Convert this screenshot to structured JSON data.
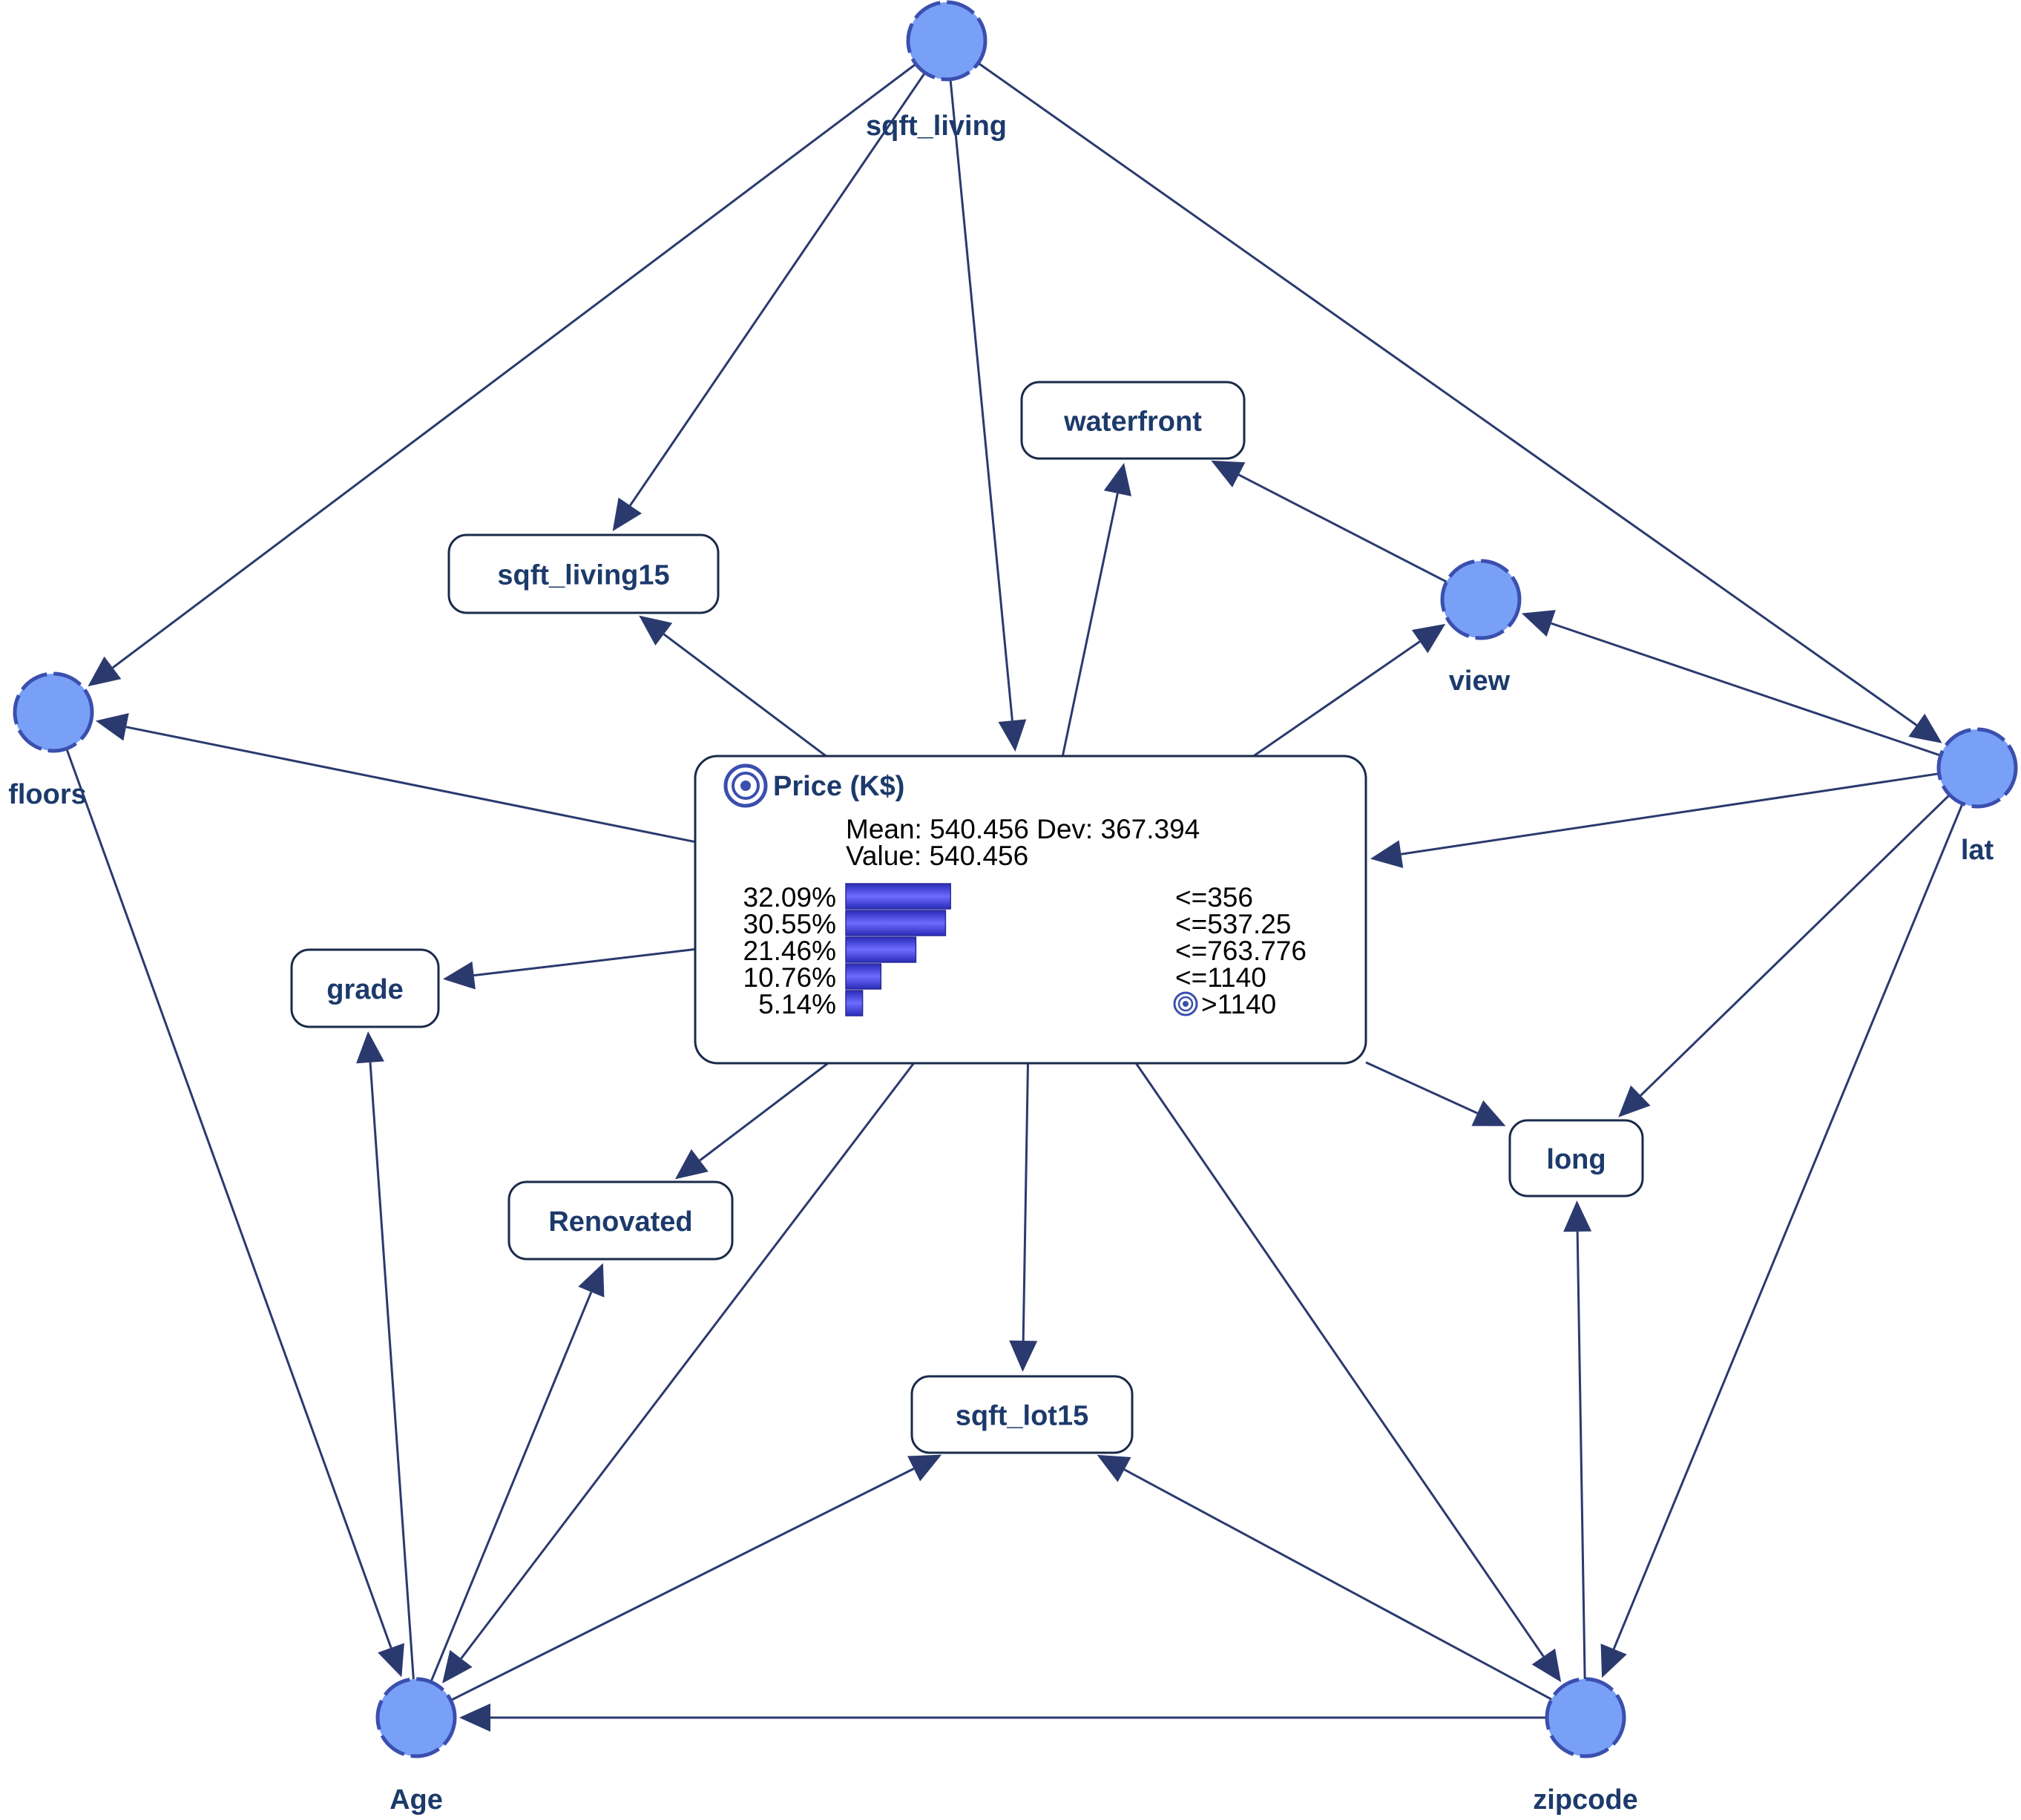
{
  "diagram": {
    "colors": {
      "edge": "#2b3a6e",
      "circle_fill": "#79a0f7",
      "circle_stroke": "#3a4fae",
      "label": "#1c3a6b",
      "box_band": "#5fcdca",
      "monitor_body": "#c5ddd1",
      "bar": "#4a4ae0"
    },
    "nodes": [
      {
        "id": "sqft_living",
        "label": "sqft_living",
        "shape": "circle"
      },
      {
        "id": "floors",
        "label": "floors",
        "shape": "circle"
      },
      {
        "id": "view",
        "label": "view",
        "shape": "circle"
      },
      {
        "id": "lat",
        "label": "lat",
        "shape": "circle"
      },
      {
        "id": "age",
        "label": "Age",
        "shape": "circle"
      },
      {
        "id": "zipcode",
        "label": "zipcode",
        "shape": "circle"
      },
      {
        "id": "waterfront",
        "label": "waterfront",
        "shape": "box"
      },
      {
        "id": "sqft_living15",
        "label": "sqft_living15",
        "shape": "box"
      },
      {
        "id": "grade",
        "label": "grade",
        "shape": "box"
      },
      {
        "id": "renovated",
        "label": "Renovated",
        "shape": "box"
      },
      {
        "id": "long",
        "label": "long",
        "shape": "box"
      },
      {
        "id": "sqft_lot15",
        "label": "sqft_lot15",
        "shape": "box"
      },
      {
        "id": "price",
        "label": "Price (K$)",
        "shape": "monitor",
        "icon": "target-icon"
      }
    ],
    "edges": [
      {
        "from": "sqft_living",
        "to": "floors"
      },
      {
        "from": "sqft_living",
        "to": "sqft_living15"
      },
      {
        "from": "sqft_living",
        "to": "price"
      },
      {
        "from": "sqft_living",
        "to": "lat"
      },
      {
        "from": "price",
        "to": "sqft_living15"
      },
      {
        "from": "price",
        "to": "waterfront"
      },
      {
        "from": "view",
        "to": "waterfront"
      },
      {
        "from": "price",
        "to": "view"
      },
      {
        "from": "lat",
        "to": "view"
      },
      {
        "from": "price",
        "to": "floors"
      },
      {
        "from": "lat",
        "to": "price"
      },
      {
        "from": "price",
        "to": "grade"
      },
      {
        "from": "lat",
        "to": "long"
      },
      {
        "from": "lat",
        "to": "zipcode"
      },
      {
        "from": "floors",
        "to": "age"
      },
      {
        "from": "price",
        "to": "renovated"
      },
      {
        "from": "price",
        "to": "age"
      },
      {
        "from": "price",
        "to": "sqft_lot15"
      },
      {
        "from": "price",
        "to": "zipcode"
      },
      {
        "from": "price",
        "to": "long"
      },
      {
        "from": "age",
        "to": "grade"
      },
      {
        "from": "age",
        "to": "renovated"
      },
      {
        "from": "age",
        "to": "sqft_lot15"
      },
      {
        "from": "zipcode",
        "to": "sqft_lot15"
      },
      {
        "from": "zipcode",
        "to": "age"
      },
      {
        "from": "zipcode",
        "to": "long"
      }
    ],
    "price_monitor": {
      "title": "Price (K$)",
      "stats_line": "Mean: 540.456 Dev: 367.394",
      "value_line": "Value: 540.456",
      "rows": [
        {
          "pct_label": "32.09%",
          "pct": 32.09,
          "state": "<=356",
          "target": false
        },
        {
          "pct_label": "30.55%",
          "pct": 30.55,
          "state": "<=537.25",
          "target": false
        },
        {
          "pct_label": "21.46%",
          "pct": 21.46,
          "state": "<=763.776",
          "target": false
        },
        {
          "pct_label": "10.76%",
          "pct": 10.76,
          "state": "<=1140",
          "target": false
        },
        {
          "pct_label": "5.14%",
          "pct": 5.14,
          "state": ">1140",
          "target": true
        }
      ]
    }
  }
}
